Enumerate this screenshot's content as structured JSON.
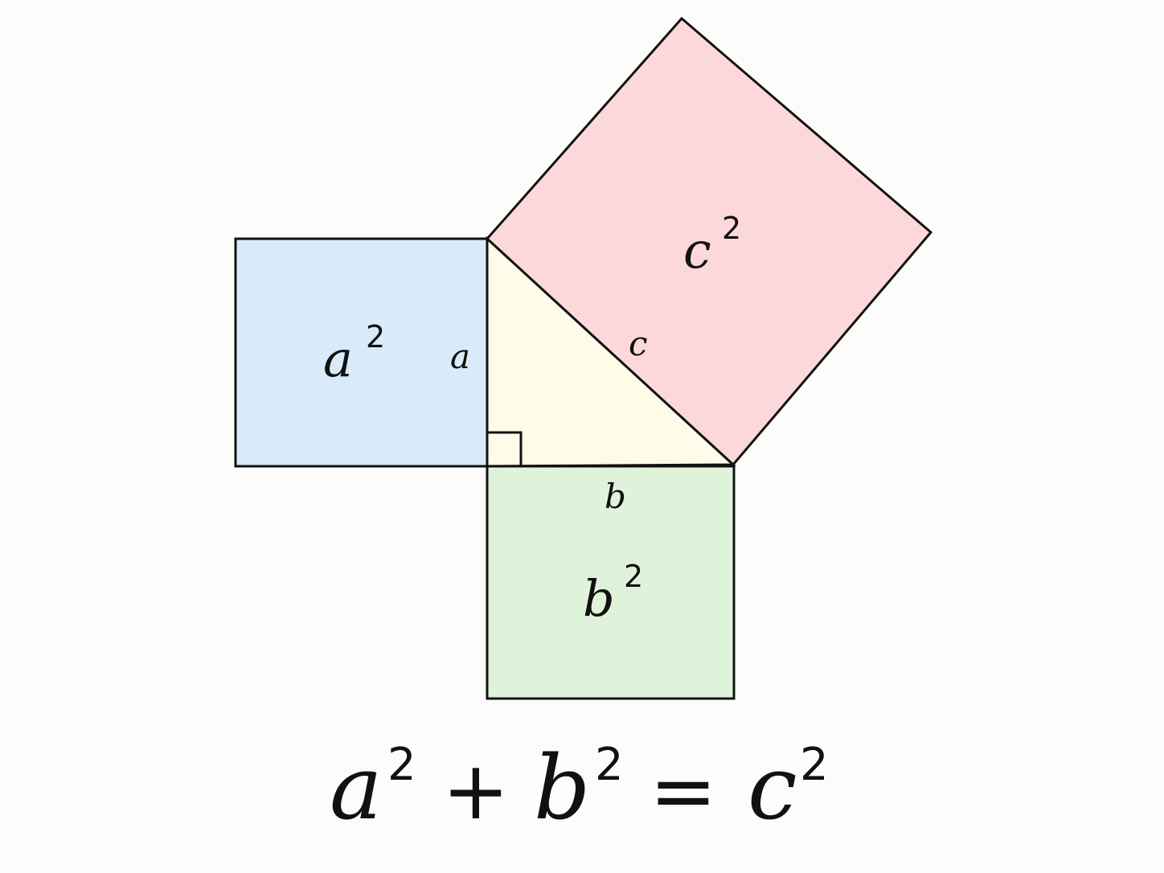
{
  "colors": {
    "background": "#fcfcfa",
    "square_a": "#d9eafb",
    "square_b": "#dff3da",
    "square_c": "#fdd8db",
    "triangle": "#fefbe9",
    "stroke": "#111111"
  },
  "labels": {
    "side_a": "a",
    "side_b": "b",
    "side_c": "c",
    "area_a": "a",
    "area_b": "b",
    "area_c": "c",
    "exponent": "2"
  },
  "equation": {
    "a": "a",
    "b": "b",
    "c": "c",
    "exp": "2",
    "plus": "+",
    "equals": "="
  }
}
